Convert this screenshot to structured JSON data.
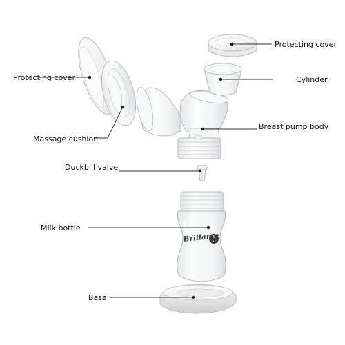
{
  "labels": {
    "protecting_cover_top": "Protecting cover",
    "cylinder": "Cylinder",
    "protecting_cover_left": "Protecting cover",
    "massage_cushion": "Massage cushion",
    "breast_pump_body": "Breast pump body",
    "duckbill_valve": "Duckbill valve",
    "milk_bottle": "Milk bottle",
    "base": "Base"
  },
  "bottle": {
    "brand": "Brillante",
    "badge_top": "5",
    "badge_bottom": "oz"
  }
}
